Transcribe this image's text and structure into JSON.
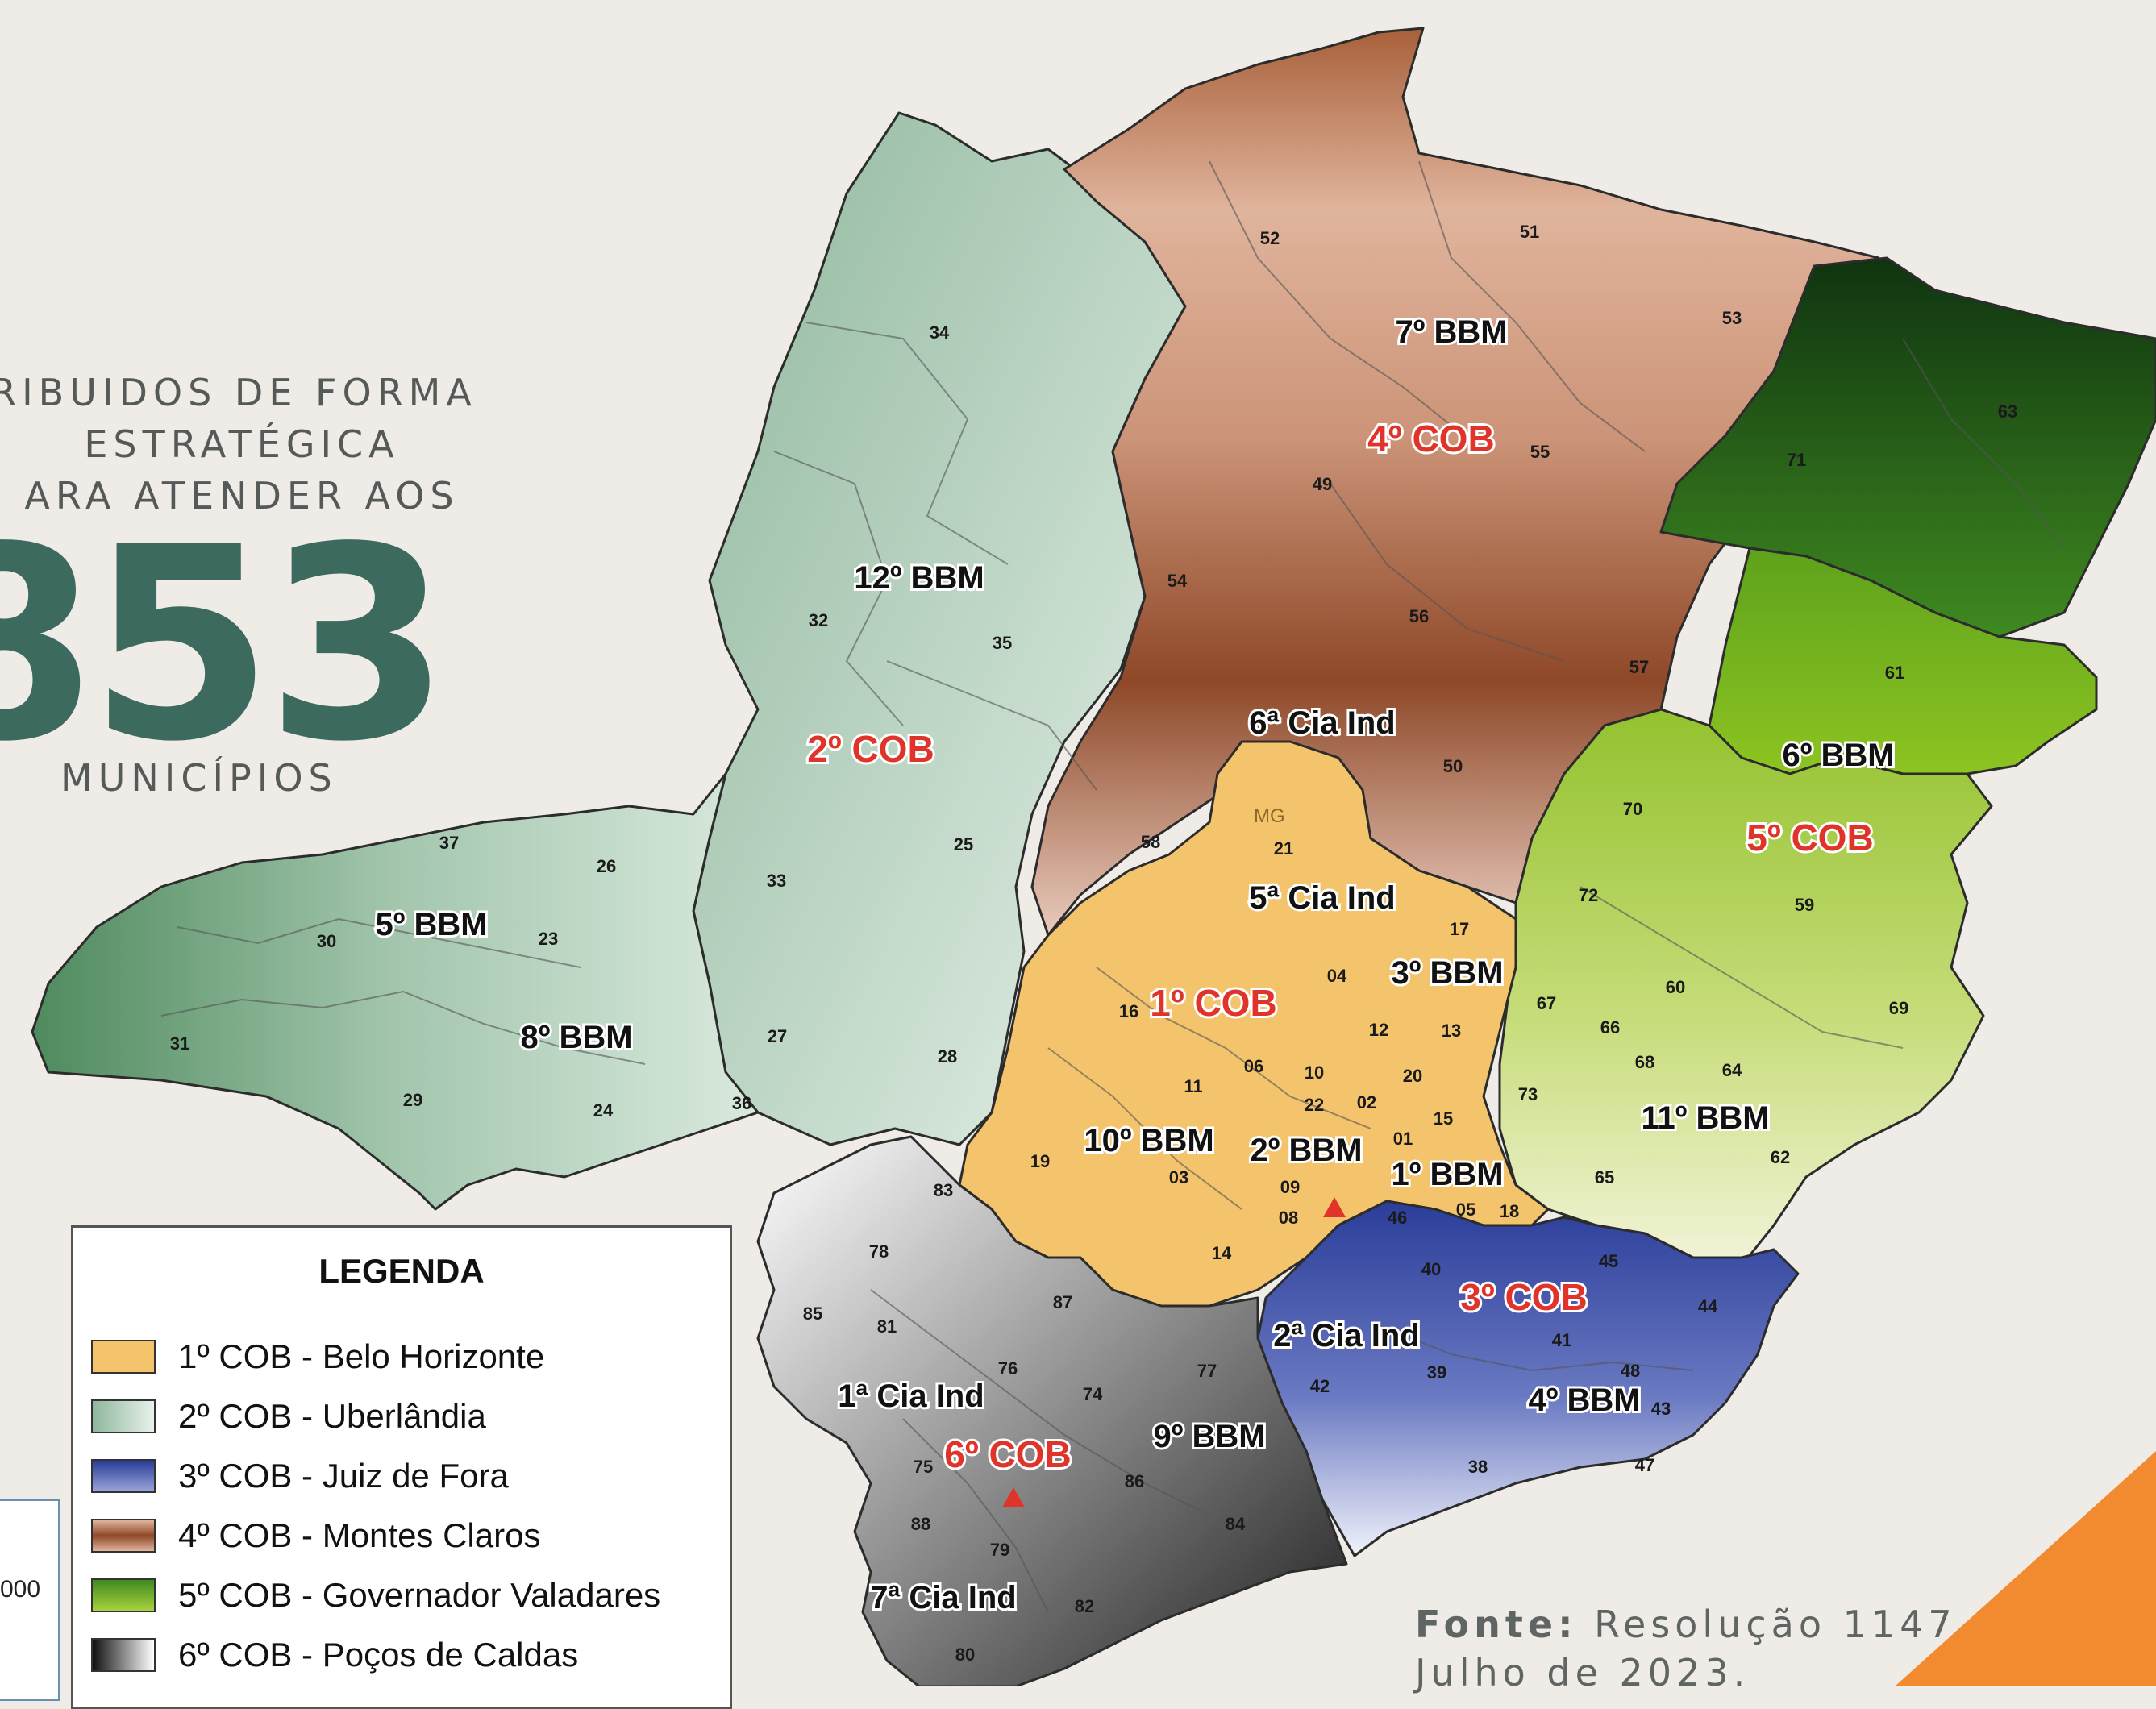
{
  "intro": {
    "line1": "RIBUIDOS DE FORMA",
    "line2": "ESTRATÉGICA",
    "line3": "ARA ATENDER AOS"
  },
  "big_number": "853",
  "municipios_label": "MUNICÍPIOS",
  "map": {
    "cob_labels": [
      "1º COB",
      "2º COB",
      "3º COB",
      "4º COB",
      "5º COB",
      "6º COB"
    ],
    "unit_labels": [
      "1º BBM",
      "2º BBM",
      "3º BBM",
      "4º BBM",
      "5º BBM",
      "6º BBM",
      "7º BBM",
      "8º BBM",
      "9º BBM",
      "10º BBM",
      "11º BBM",
      "12º BBM",
      "1ª Cia Ind",
      "2ª Cia Ind",
      "5ª Cia Ind",
      "6ª Cia Ind",
      "7ª Cia Ind"
    ],
    "state_code": "MG",
    "district_numbers": [
      "01",
      "02",
      "03",
      "04",
      "05",
      "06",
      "08",
      "09",
      "10",
      "11",
      "12",
      "13",
      "14",
      "15",
      "16",
      "17",
      "18",
      "19",
      "20",
      "21",
      "22",
      "23",
      "24",
      "25",
      "26",
      "27",
      "28",
      "29",
      "30",
      "31",
      "32",
      "33",
      "34",
      "35",
      "36",
      "37",
      "38",
      "39",
      "40",
      "41",
      "42",
      "43",
      "44",
      "45",
      "46",
      "47",
      "48",
      "49",
      "50",
      "51",
      "52",
      "53",
      "54",
      "55",
      "56",
      "57",
      "58",
      "59",
      "60",
      "61",
      "62",
      "63",
      "64",
      "65",
      "66",
      "67",
      "68",
      "69",
      "70",
      "71",
      "72",
      "73",
      "74",
      "75",
      "76",
      "77",
      "78",
      "79",
      "80",
      "81",
      "82",
      "83",
      "84",
      "85",
      "86",
      "87",
      "88"
    ]
  },
  "legend": {
    "title": "LEGENDA",
    "items": [
      {
        "label": "1º COB - Belo Horizonte",
        "color": "#f4c46c"
      },
      {
        "label": "2º COB - Uberlândia",
        "color": "#b9d8c5"
      },
      {
        "label": "3º COB - Juiz de Fora",
        "color": "#4055a8"
      },
      {
        "label": "4º COB - Montes Claros",
        "color": "#a8694a"
      },
      {
        "label": "5º COB - Governador Valadares",
        "color": "#7cb82a"
      },
      {
        "label": "6º COB - Poços de Caldas",
        "color": "#4a4a4a"
      }
    ]
  },
  "scale_fragment": "000",
  "source": {
    "label": "Fonte:",
    "text": "Resolução 1147, Julho de 2023."
  },
  "colors": {
    "big_number": "#3c6a5e",
    "cob_text": "#e0332a",
    "corner_accent": "#f28a30"
  }
}
